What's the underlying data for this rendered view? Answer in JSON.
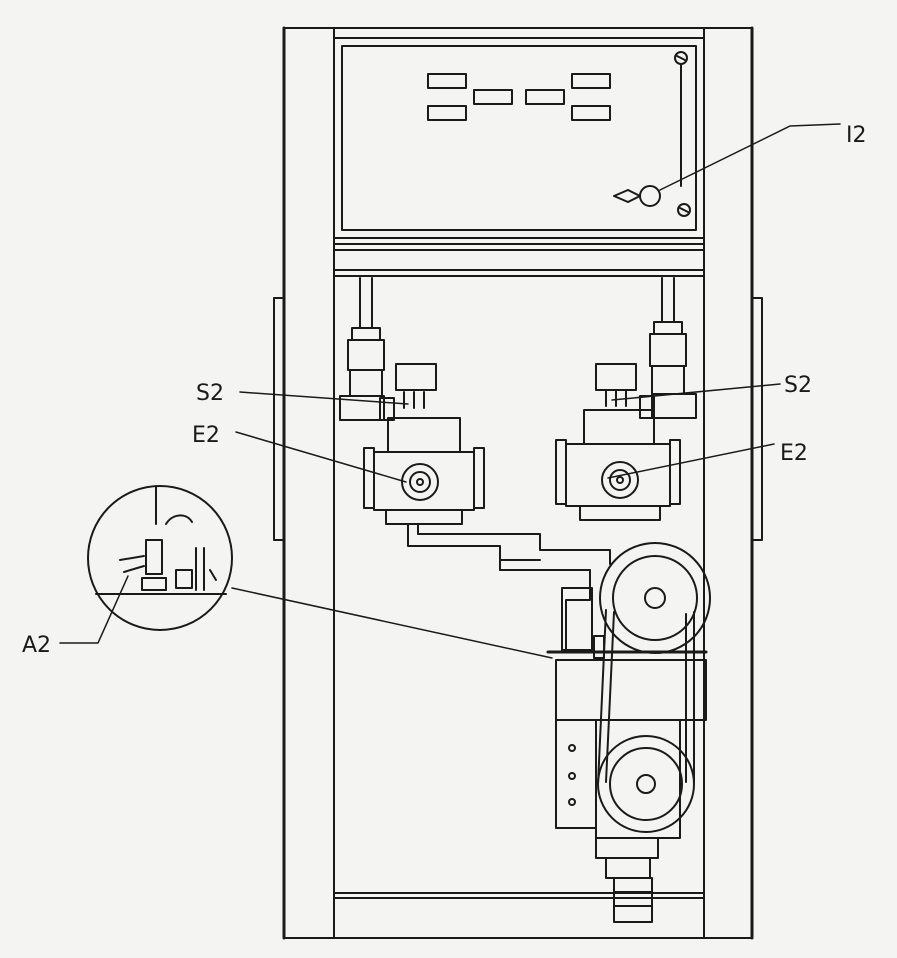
{
  "callouts": {
    "s1": "I2",
    "s2_left": "S2",
    "s2_right": "S2",
    "s3_left": "E2",
    "s3_right": "E2",
    "s4": "A2"
  }
}
